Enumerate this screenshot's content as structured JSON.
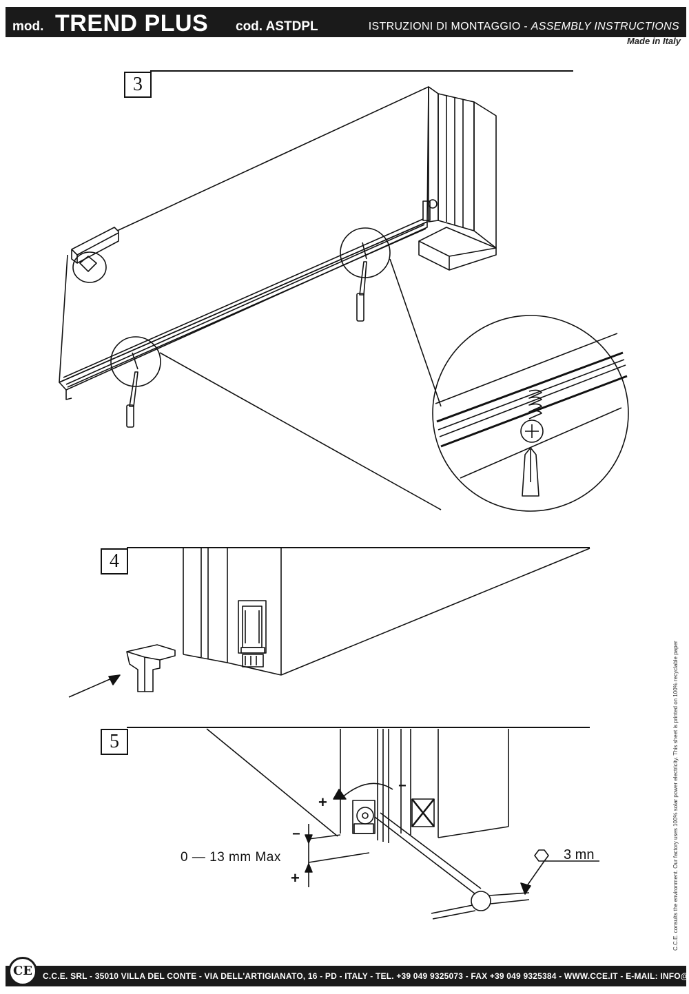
{
  "header": {
    "mod_label": "mod.",
    "model_name": "TREND PLUS",
    "cod_label": "cod. ASTDPL",
    "instructions_it": "ISTRUZIONI DI MONTAGGIO - ",
    "instructions_en": "ASSEMBLY INSTRUCTIONS",
    "made_in": "Made in Italy"
  },
  "steps": [
    "3",
    "4",
    "5"
  ],
  "step5": {
    "adjust_range": "0 — 13 mm Max",
    "hex_key": "3 mn",
    "minus": "−",
    "plus": "+"
  },
  "side_note": "C.C.E. consults the environment. Our factory uses 100% solar power electricity. This sheet is printed on 100% recyclable paper",
  "footer": {
    "logo": "CE",
    "address": "C.C.E. SRL - 35010 VILLA DEL CONTE - VIA DELL'ARTIGIANATO, 16 - PD - ITALY - TEL. +39 049 9325073 - FAX +39 049 9325384 - WWW.CCE.IT - E-MAIL: INFO@CCE.IT"
  }
}
